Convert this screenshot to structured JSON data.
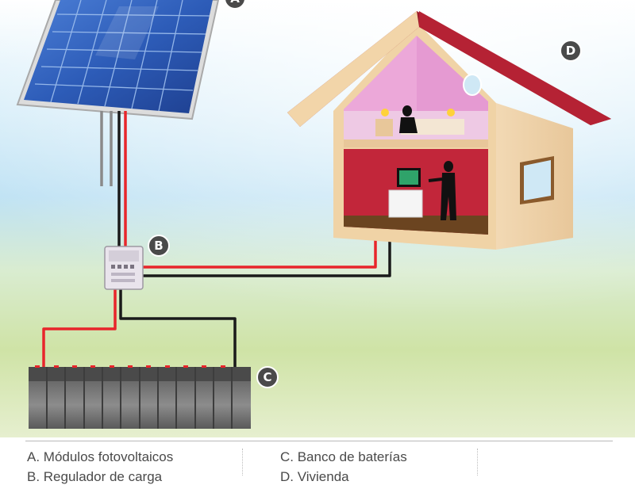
{
  "callouts": {
    "a": "A",
    "b": "B",
    "c": "C",
    "d": "D"
  },
  "legend": {
    "items": [
      "A. Módulos fotovoltaicos",
      "B. Regulador de carga",
      "C. Banco de baterías",
      "D. Vivienda"
    ]
  },
  "colors": {
    "wire_positive": "#e8252b",
    "wire_negative": "#1a1a1a",
    "roof": "#9c1d2a",
    "callout_bg": "#4a4a4a",
    "sky": "#cfe9f7",
    "grass": "#cfe3a6"
  },
  "icons": [
    "solar-panel-icon",
    "charge-controller-icon",
    "battery-bank-icon",
    "house-icon"
  ]
}
